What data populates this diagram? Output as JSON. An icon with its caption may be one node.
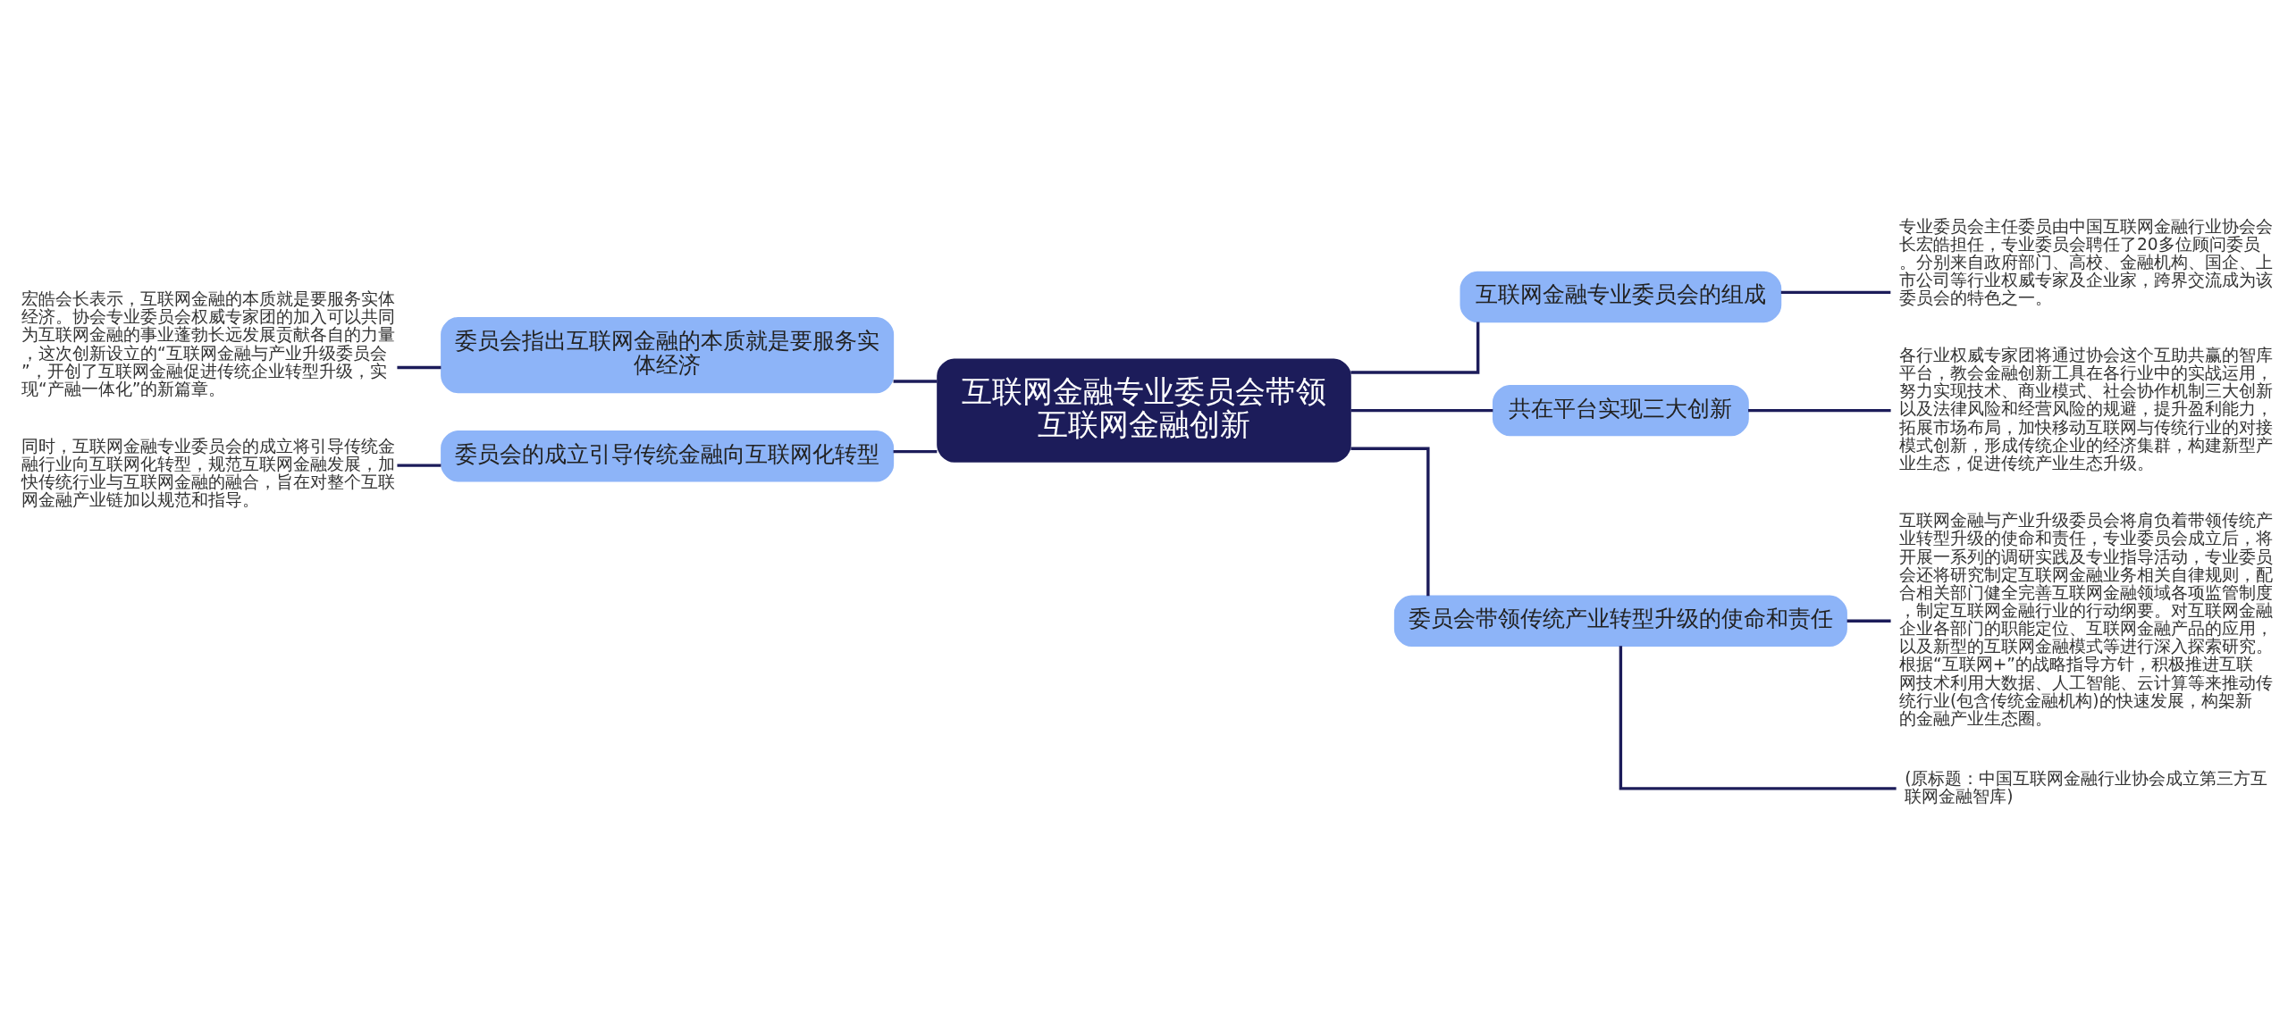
{
  "diagram": {
    "nodes": [
      {
        "text": [
          "互联网金融专业委员会带领互联网金融创新"
        ]
      },
      {
        "text": [
          "委员会指出互联网金融的本质就是要服务实体经济"
        ]
      },
      {
        "text": [
          "宏皓会长表示，互联网金融的本质就是要服务实体经济。协会专业委员会权威专家团的加入可以共同为互联网金融的事业蓬勃长远发展贡献各自的力量，这次创新设立的“互联网金融与产业升级委员会”，开创了互联网金融促进传统企业转型升级，实现“产融一体化”的新篇章。"
        ]
      },
      {
        "text": [
          "委员会的成立引导传统金融向互联网化转型"
        ]
      },
      {
        "text": [
          "同时，互联网金融专业委员会的成立将引导传统金融行业向互联网化转型，规范互联网金融发展，加快传统行业与互联网金融的融合，旨在对整个互联网金融产业链加以规范和指导。"
        ]
      },
      {
        "text": [
          "互联网金融专业委员会的组成"
        ]
      },
      {
        "text": [
          "专业委员会主任委员由中国互联网金融行业协会会长宏皓担任，专业委员会聘任了20多位顾问委员。分别来自政府部门、高校、金融机构、国企、上市公司等行业权威专家及企业家，跨界交流成为该委员会的特色之一。"
        ]
      },
      {
        "text": [
          "共在平台实现三大创新"
        ]
      },
      {
        "text": [
          "各行业权威专家团将通过协会这个互助共赢的智库平台，教会金融创新工具在各行业中的实战运用，努力实现技术、商业模式、社会协作机制三大创新以及法律风险和经营风险的规避，提升盈利能力，拓展市场布局，加快移动互联网与传统行业的对接模式创新，形成传统企业的经济集群，构建新型产业生态，促进传统产业生态升级。"
        ]
      },
      {
        "text": [
          "委员会带领传统产业转型升级的使命和责任"
        ]
      },
      {
        "text": [
          "互联网金融与产业升级委员会将肩负着带领传统产业转型升级的使命和责任，专业委员会成立后，将开展一系列的调研实践及专业指导活动，专业委员会还将研究制定互联网金融业务相关自律规则，配合相关部门健全完善互联网金融领域各项监管制度，制定互联网金融行业的行动纲要。对互联网金融企业各部门的职能定位、互联网金融产品的应用，以及新型的互联网金融模式等进行深入探索研究。根据“互联网+”的战略指导方针，积极推进互联网技术利用大数据、人工智能、云计算等来推动传统行业(包含传统金融机构)的快速发展，构架新的金融产业生态圈。"
        ]
      },
      {
        "text": [
          "(原标题：中国互联网金融行业协会成立第三方互联网金融智库)"
        ]
      }
    ],
    "edges": [
      {
        "from": 0,
        "to": 1,
        "arrow": "none"
      },
      {
        "from": 1,
        "to": 2,
        "arrow": "none"
      },
      {
        "from": 0,
        "to": 3,
        "arrow": "none"
      },
      {
        "from": 3,
        "to": 4,
        "arrow": "none"
      },
      {
        "from": 0,
        "to": 5,
        "arrow": "none"
      },
      {
        "from": 5,
        "to": 6,
        "arrow": "none"
      },
      {
        "from": 0,
        "to": 7,
        "arrow": "none"
      },
      {
        "from": 7,
        "to": 8,
        "arrow": "none"
      },
      {
        "from": 0,
        "to": 9,
        "arrow": "none"
      },
      {
        "from": 9,
        "to": 10,
        "arrow": "none"
      },
      {
        "from": 9,
        "to": 11,
        "arrow": "none"
      }
    ]
  }
}
